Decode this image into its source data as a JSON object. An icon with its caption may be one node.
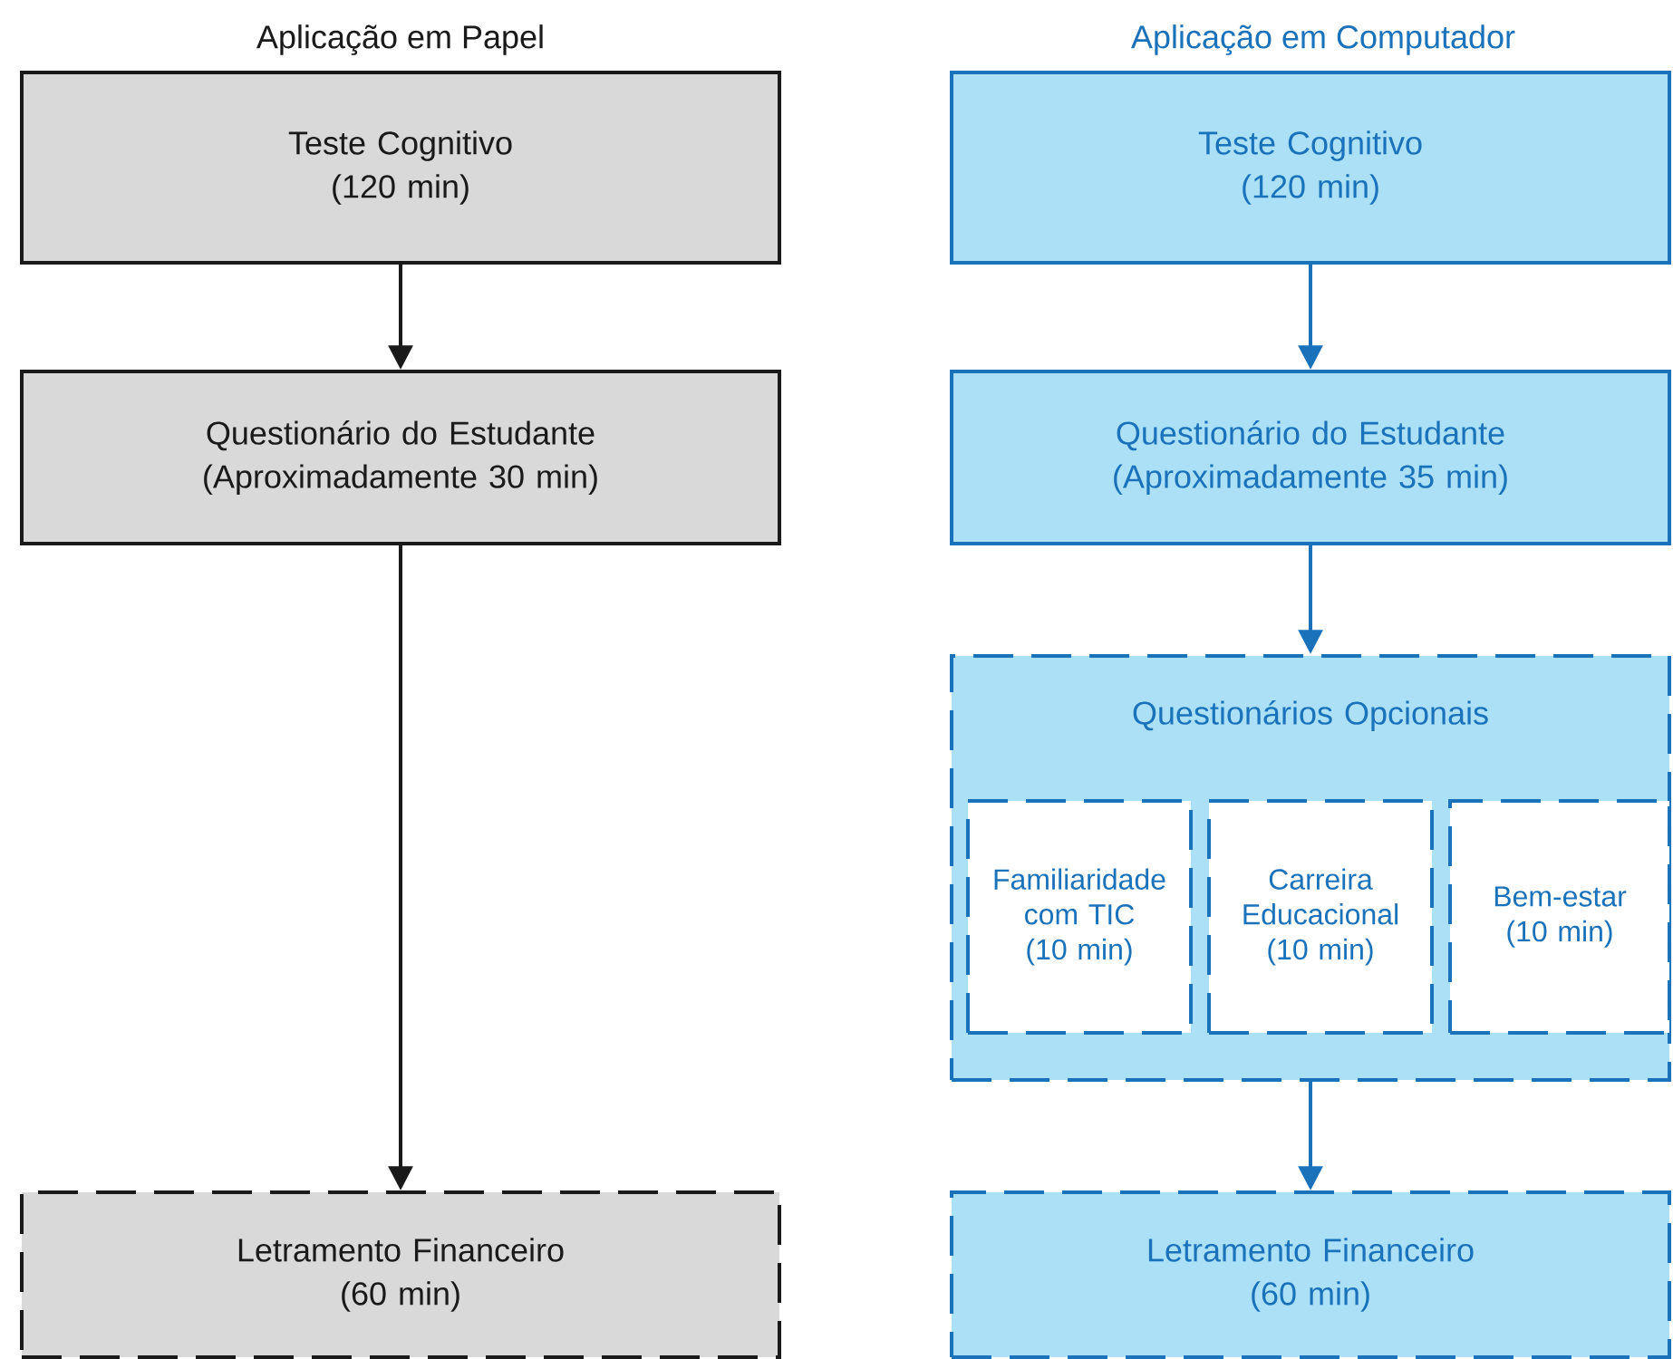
{
  "diagram": {
    "nodes": [
      {
        "text": [
          "Teste Cognitivo",
          "(120 min)"
        ]
      },
      {
        "text": [
          "Questionário do Estudante",
          "(Aproximadamente 30 min)"
        ]
      },
      {
        "text": [
          "Letramento Financeiro",
          "(60 min)"
        ]
      },
      {
        "text": [
          "Teste Cognitivo",
          "(120 min)"
        ]
      },
      {
        "text": [
          "Questionário do Estudante",
          "(Aproximadamente 35 min)"
        ]
      },
      {
        "text": [
          "Questionários Opcionais"
        ]
      },
      {
        "text": [
          "Familiaridade com TIC",
          "(10 min)"
        ],
        "in": 5
      },
      {
        "text": [
          "Carreira Educacional",
          "(10 min)"
        ],
        "in": 5
      },
      {
        "text": [
          "Bem-estar",
          "(10 min)"
        ],
        "in": 5
      },
      {
        "text": [
          "Letramento Financeiro",
          "(60 min)"
        ]
      }
    ],
    "edges": [
      {
        "from": 0,
        "to": 1,
        "arrow": "to",
        "color": "#1a1a1a"
      },
      {
        "from": 1,
        "to": 2,
        "arrow": "to",
        "color": "#1a1a1a"
      },
      {
        "from": 3,
        "to": 4,
        "arrow": "to"
      },
      {
        "from": 4,
        "to": 5,
        "arrow": "to"
      },
      {
        "from": 5,
        "to": 9,
        "arrow": "to"
      }
    ],
    "labels": [
      "Aplicação em Papel",
      "Aplicação em Computador"
    ]
  }
}
